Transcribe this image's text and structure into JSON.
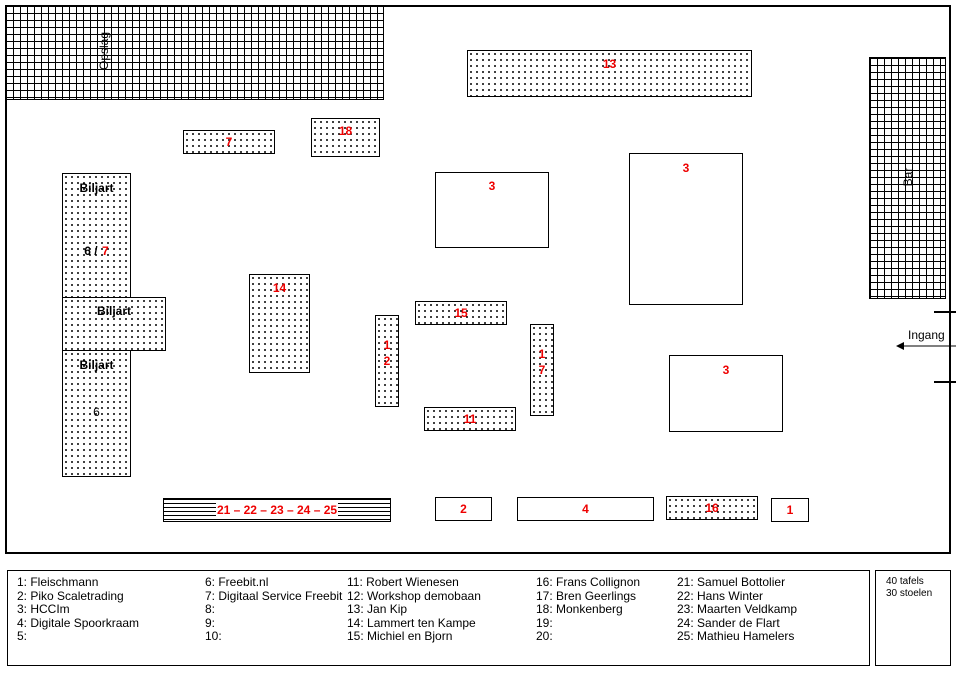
{
  "areas": {
    "opslag": "Opslag",
    "bar": "Bar",
    "ingang": "Ingang",
    "biljart_label": "Biljart"
  },
  "tables": {
    "t13": "13",
    "t7a": "7",
    "t18": "18",
    "t3a": "3",
    "t3b": "3",
    "t3c": "3",
    "biljart1_num_a": "6 /",
    "biljart1_num_b": "7",
    "biljart3_num": "6",
    "t14": "14",
    "t15": "15",
    "t12_a": "1",
    "t12_b": "2",
    "t17_a": "1",
    "t17_b": "7",
    "t11": "11",
    "t21_25": "21 – 22 – 23 – 24 – 25",
    "t2": "2",
    "t4": "4",
    "t16": "16",
    "t1": "1"
  },
  "legend": {
    "col1": [
      "1: Fleischmann",
      "2: Piko Scaletrading",
      "3: HCCIm",
      "4: Digitale Spoorkraam",
      "5:"
    ],
    "col2": [
      "6: Freebit.nl",
      "7: Digitaal Service Freebit",
      "8:",
      "9:",
      "10:"
    ],
    "col3": [
      "11: Robert Wienesen",
      "12: Workshop demobaan",
      "13: Jan Kip",
      "14: Lammert ten Kampe",
      "15: Michiel en Bjorn"
    ],
    "col4": [
      "16: Frans Collignon",
      "17: Bren Geerlings",
      "18: Monkenberg",
      "19:",
      "20:"
    ],
    "col5": [
      "21: Samuel Bottolier",
      "22: Hans Winter",
      "23: Maarten Veldkamp",
      "24: Sander de Flart",
      "25: Mathieu Hamelers"
    ]
  },
  "summary": {
    "tafels": "40 tafels",
    "stoelen": "30 stoelen"
  }
}
